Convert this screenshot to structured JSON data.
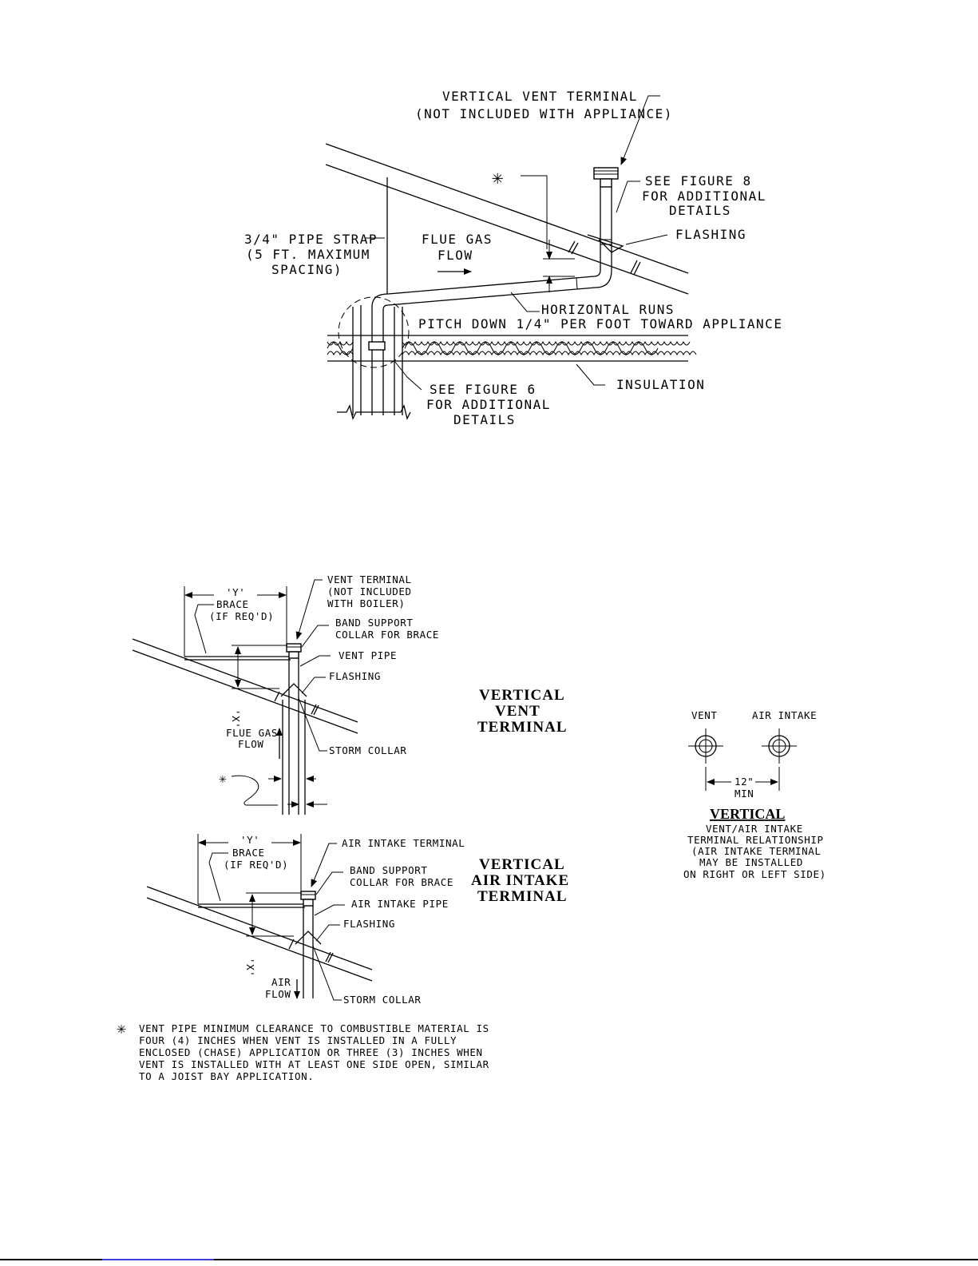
{
  "fig_top": {
    "vent_terminal": [
      "VERTICAL  VENT  TERMINAL",
      "(NOT  INCLUDED  WITH  APPLIANCE)"
    ],
    "see_fig8": [
      "SEE  FIGURE  8",
      "FOR  ADDITIONAL",
      "DETAILS"
    ],
    "flashing": "FLASHING",
    "pipe_strap": [
      "3/4\"  PIPE  STRAP",
      "(5  FT.  MAXIMUM",
      "SPACING)"
    ],
    "flue_gas": [
      "FLUE  GAS",
      "FLOW"
    ],
    "horizontal_runs": "HORIZONTAL  RUNS",
    "pitch": "PITCH  DOWN  1/4\"  PER  FOOT  TOWARD  APPLIANCE",
    "insulation": "INSULATION",
    "see_fig6": [
      "SEE  FIGURE  6",
      "FOR  ADDITIONAL",
      "DETAILS"
    ],
    "asterisk": "✳"
  },
  "fig_vent": {
    "y_label": "'Y'",
    "brace": [
      "BRACE",
      "(IF  REQ'D)"
    ],
    "vent_terminal": [
      "VENT  TERMINAL",
      "(NOT  INCLUDED",
      "WITH  BOILER)"
    ],
    "band_support": [
      "BAND  SUPPORT",
      "COLLAR  FOR  BRACE"
    ],
    "vent_pipe": "VENT  PIPE",
    "flashing": "FLASHING",
    "x_label": "'X'",
    "flue_gas": [
      "FLUE  GAS",
      "FLOW"
    ],
    "storm_collar": "STORM  COLLAR",
    "asterisk": "✳",
    "title": [
      "VERTICAL",
      "VENT",
      "TERMINAL"
    ]
  },
  "fig_air": {
    "y_label": "'Y'",
    "brace": [
      "BRACE",
      "(IF  REQ'D)"
    ],
    "air_terminal": "AIR  INTAKE  TERMINAL",
    "band_support": [
      "BAND  SUPPORT",
      "COLLAR  FOR  BRACE"
    ],
    "air_pipe": "AIR  INTAKE  PIPE",
    "flashing": "FLASHING",
    "x_label": "'X'",
    "air_flow": [
      "AIR",
      "FLOW"
    ],
    "storm_collar": "STORM  COLLAR",
    "title": [
      "VERTICAL",
      "AIR  INTAKE",
      "TERMINAL"
    ]
  },
  "relationship": {
    "vent": "VENT",
    "air_intake": "AIR  INTAKE",
    "dim": "12\"",
    "min": "MIN",
    "title": "VERTICAL",
    "desc": [
      "VENT/AIR  INTAKE",
      "TERMINAL  RELATIONSHIP",
      "(AIR  INTAKE  TERMINAL",
      "MAY  BE  INSTALLED",
      "ON  RIGHT  OR  LEFT  SIDE)"
    ]
  },
  "note": {
    "asterisk": "✳",
    "lines": [
      "VENT  PIPE  MINIMUM  CLEARANCE  TO  COMBUSTIBLE  MATERIAL  IS",
      "FOUR  (4)  INCHES  WHEN  VENT  IS  INSTALLED  IN  A  FULLY",
      "ENCLOSED  (CHASE)  APPLICATION  OR  THREE  (3)  INCHES  WHEN",
      "VENT  IS  INSTALLED  WITH  AT  LEAST  ONE  SIDE  OPEN,  SIMILAR",
      "TO  A  JOIST  BAY  APPLICATION."
    ]
  }
}
